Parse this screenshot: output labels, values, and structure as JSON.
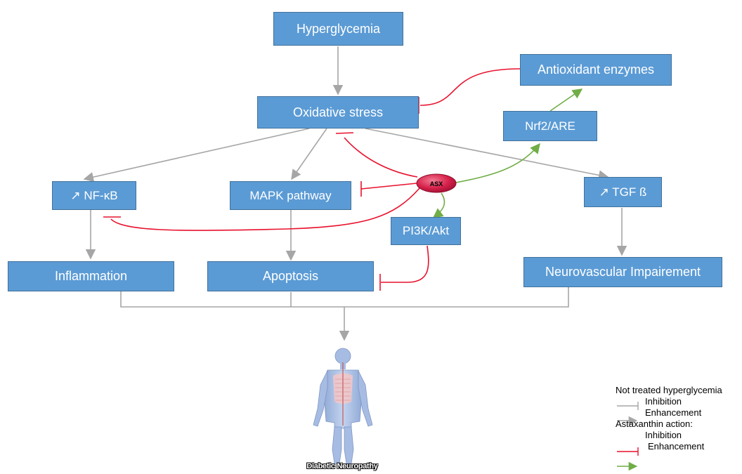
{
  "nodes": {
    "hyperglycemia": "Hyperglycemia",
    "oxidative_stress": "Oxidative stress",
    "antioxidant_enzymes": "Antioxidant enzymes",
    "nrf2": "Nrf2/ARE",
    "nfkb": "↗ NF-κB",
    "mapk": "MAPK pathway",
    "tgf": "↗ TGF ß",
    "pi3k": "PI3K/Akt",
    "inflammation": "Inflammation",
    "apoptosis": "Apoptosis",
    "neurovascular": "Neurovascular Impairement",
    "asx": "ASX"
  },
  "caption": "Diabetic Neuropathy",
  "legend": {
    "title_untreated": "Not treated hyperglycemia",
    "untreated_inhibition": "Inhibition",
    "untreated_enhancement": "Enhancement",
    "title_astaxanthin": "Astaxanthin action:",
    "asx_inhibition": "Inhibition",
    "asx_enhancement": "Enhancement"
  },
  "colors": {
    "box_fill": "#5b9bd5",
    "box_border": "#41719c",
    "grey_arrow": "#a6a6a6",
    "red_inhibition": "#e8112d",
    "green_enhancement": "#70ad47",
    "asx_fill": "#d6204a"
  }
}
